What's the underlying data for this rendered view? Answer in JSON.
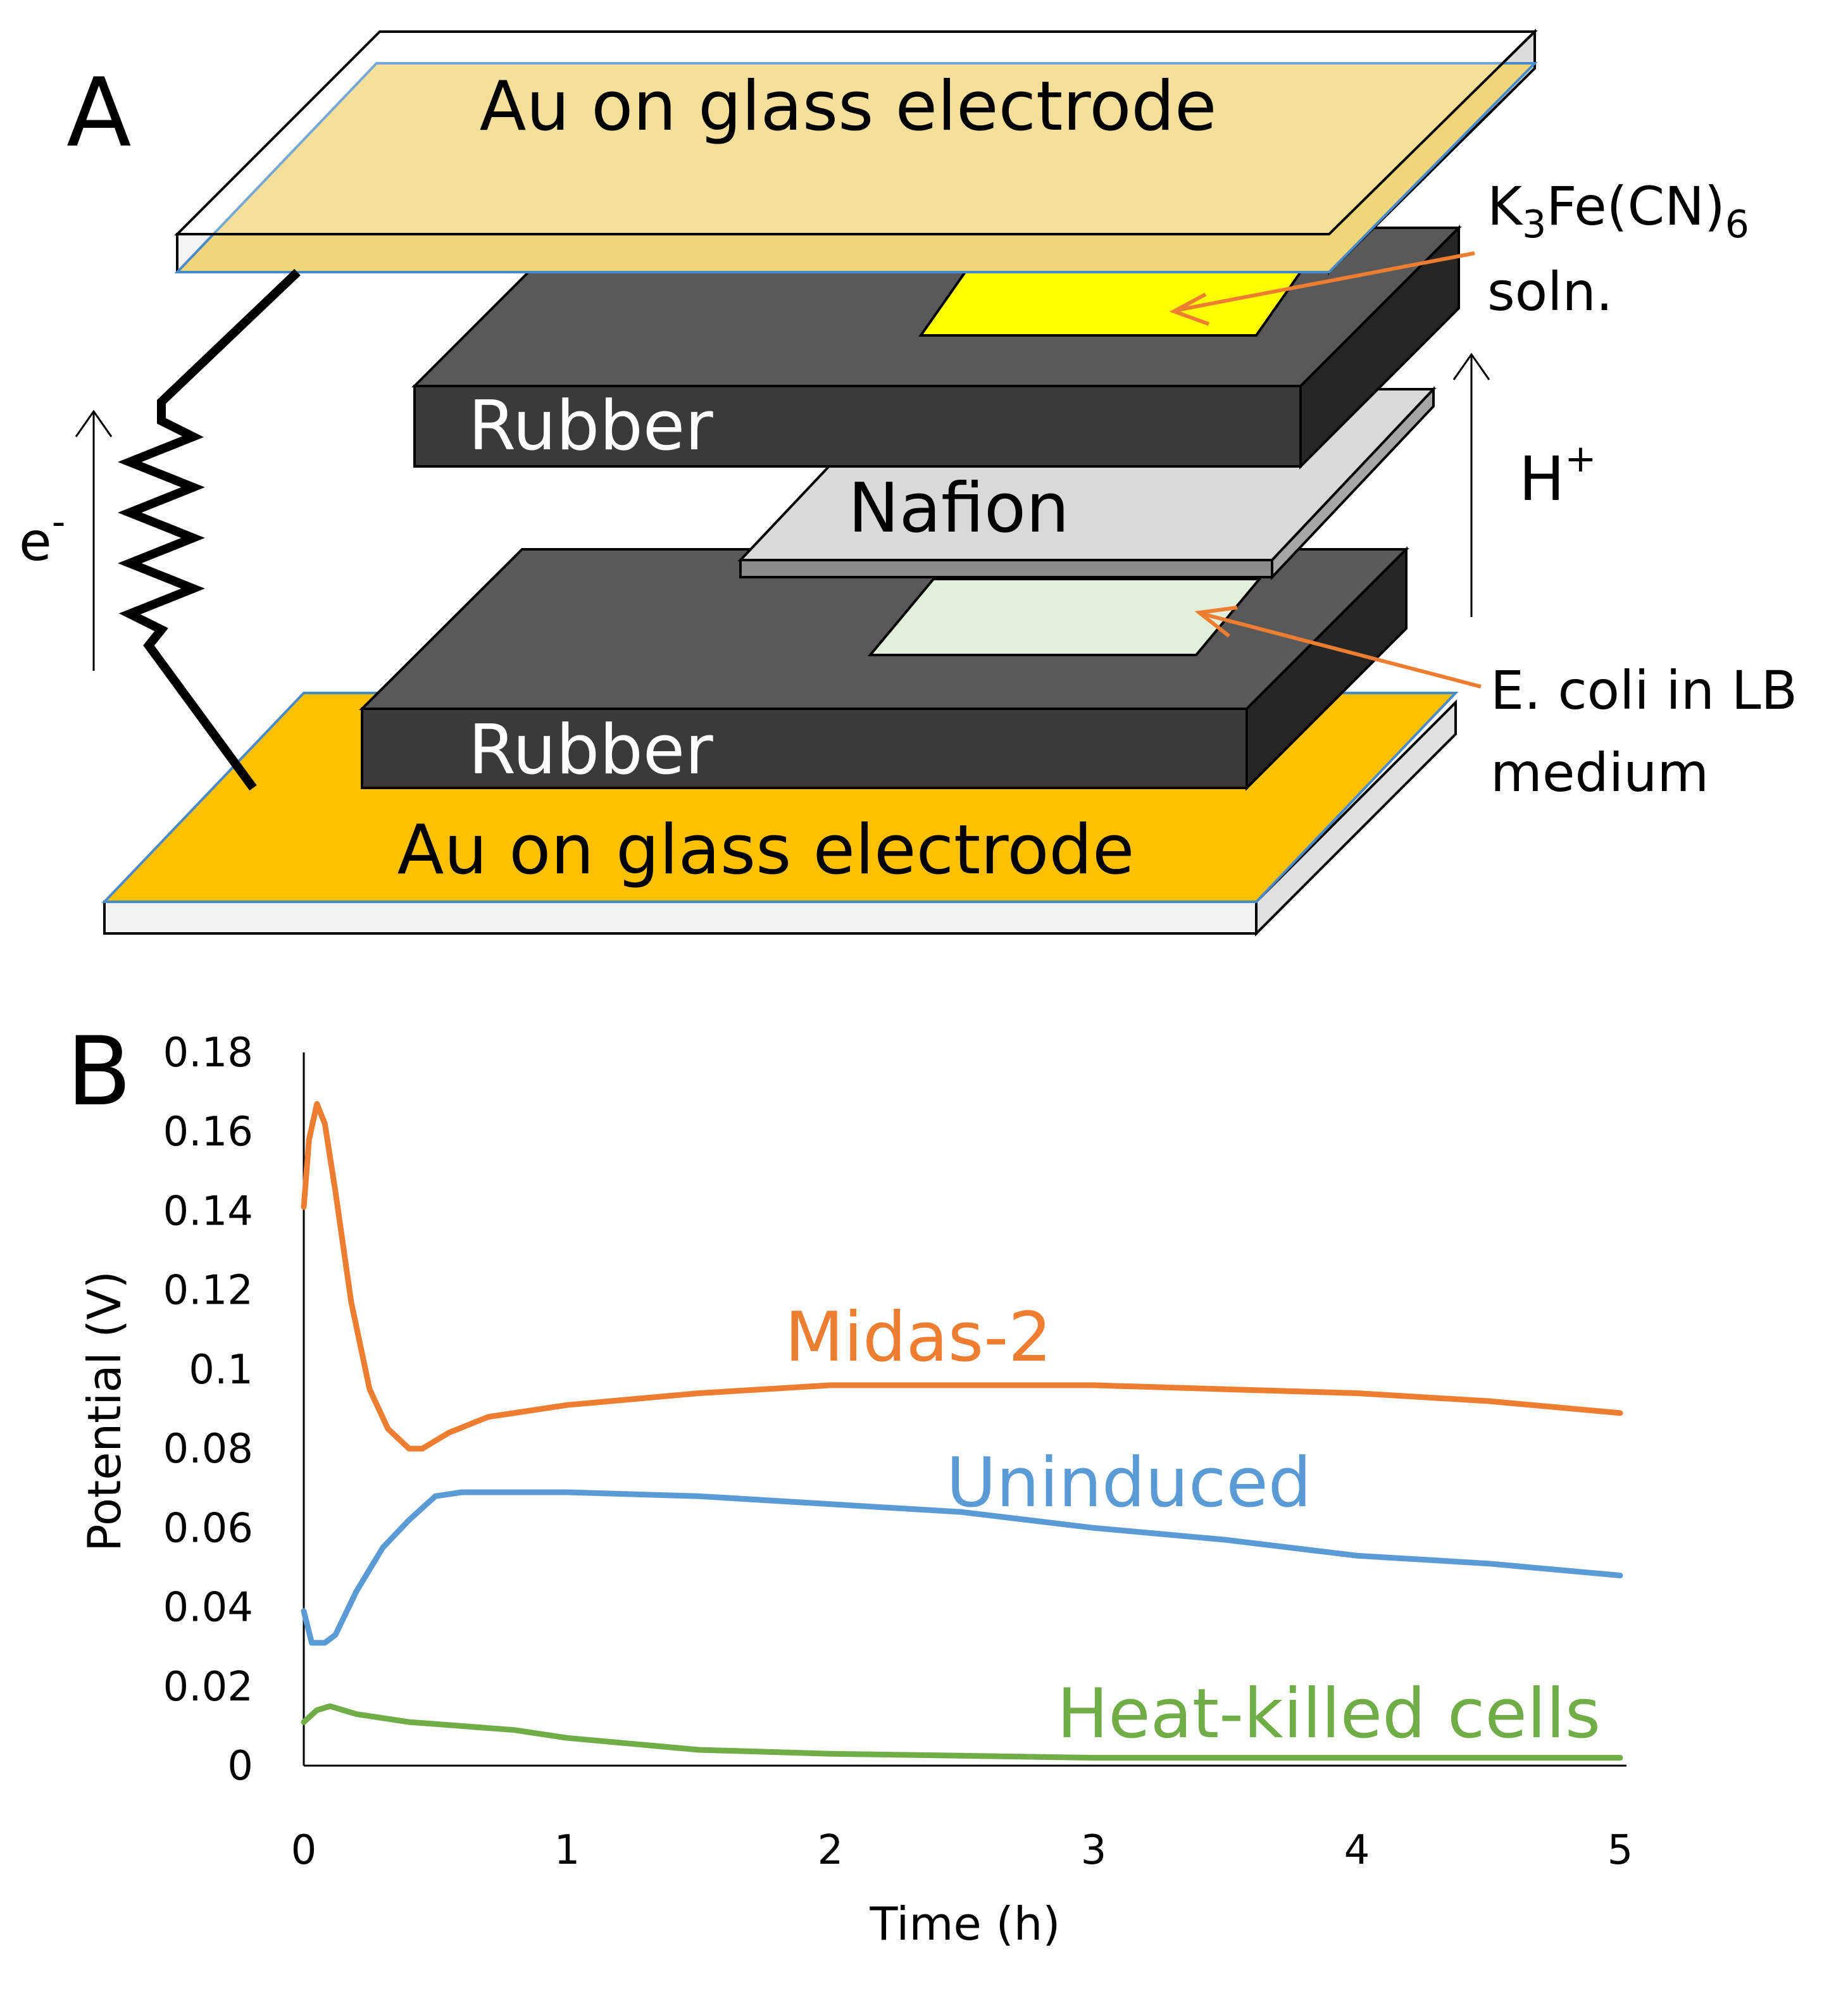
{
  "panel_a": {
    "letter": "A",
    "top_electrode_label": "Au on glass electrode",
    "bottom_electrode_label": "Au on glass electrode",
    "upper_rubber_label": "Rubber",
    "lower_rubber_label": "Rubber",
    "membrane_label": "Nafion",
    "cathode_solution": {
      "main": "K",
      "sub1": "3",
      "mid": "Fe(CN)",
      "sub2": "6",
      "line2": "soln."
    },
    "anode_solution": {
      "line1": "E. coli in LB",
      "line2": "medium"
    },
    "proton_label": {
      "base": "H",
      "sup": "+"
    },
    "electron_label": {
      "base": "e",
      "sup": "-"
    },
    "colors": {
      "top_electrode": "#f1d57a",
      "bottom_electrode": "#ffc000",
      "rubber_top": "#595959",
      "rubber_front": "#3a3a3a",
      "rubber_side": "#262626",
      "nafion": "#d9d9d9",
      "cathode_window": "#ffff00",
      "anode_window": "#e2efda",
      "arrow": "#ed7d31"
    }
  },
  "panel_b": {
    "letter": "B",
    "chart_data": {
      "type": "line",
      "xlabel": "Time (h)",
      "ylabel": "Potential (V)",
      "xlim": [
        0,
        5
      ],
      "ylim": [
        0,
        0.18
      ],
      "xticks": [
        "0",
        "1",
        "2",
        "3",
        "4",
        "5"
      ],
      "yticks": [
        "0",
        "0.02",
        "0.04",
        "0.06",
        "0.08",
        "0.1",
        "0.12",
        "0.14",
        "0.16",
        "0.18"
      ],
      "series": [
        {
          "name": "Midas-2",
          "color": "#ed7d31",
          "points": [
            [
              0,
              0.141
            ],
            [
              0.02,
              0.158
            ],
            [
              0.05,
              0.167
            ],
            [
              0.08,
              0.162
            ],
            [
              0.12,
              0.145
            ],
            [
              0.18,
              0.117
            ],
            [
              0.25,
              0.095
            ],
            [
              0.32,
              0.085
            ],
            [
              0.4,
              0.08
            ],
            [
              0.45,
              0.08
            ],
            [
              0.55,
              0.084
            ],
            [
              0.7,
              0.088
            ],
            [
              1.0,
              0.091
            ],
            [
              1.5,
              0.094
            ],
            [
              2.0,
              0.096
            ],
            [
              2.5,
              0.096
            ],
            [
              3.0,
              0.096
            ],
            [
              3.5,
              0.095
            ],
            [
              4.0,
              0.094
            ],
            [
              4.5,
              0.092
            ],
            [
              5.0,
              0.089
            ]
          ]
        },
        {
          "name": "Uninduced",
          "color": "#5b9bd5",
          "points": [
            [
              0,
              0.039
            ],
            [
              0.03,
              0.031
            ],
            [
              0.08,
              0.031
            ],
            [
              0.12,
              0.033
            ],
            [
              0.2,
              0.044
            ],
            [
              0.3,
              0.055
            ],
            [
              0.4,
              0.062
            ],
            [
              0.5,
              0.068
            ],
            [
              0.6,
              0.069
            ],
            [
              1.0,
              0.069
            ],
            [
              1.5,
              0.068
            ],
            [
              2.0,
              0.066
            ],
            [
              2.5,
              0.064
            ],
            [
              3.0,
              0.06
            ],
            [
              3.5,
              0.057
            ],
            [
              4.0,
              0.053
            ],
            [
              4.5,
              0.051
            ],
            [
              5.0,
              0.048
            ]
          ]
        },
        {
          "name": "Heat-killed cells",
          "color": "#70ad47",
          "points": [
            [
              0,
              0.011
            ],
            [
              0.05,
              0.014
            ],
            [
              0.1,
              0.015
            ],
            [
              0.2,
              0.013
            ],
            [
              0.4,
              0.011
            ],
            [
              0.6,
              0.01
            ],
            [
              0.8,
              0.009
            ],
            [
              1.0,
              0.007
            ],
            [
              1.5,
              0.004
            ],
            [
              2.0,
              0.003
            ],
            [
              3.0,
              0.002
            ],
            [
              4.0,
              0.002
            ],
            [
              5.0,
              0.002
            ]
          ]
        }
      ]
    }
  }
}
